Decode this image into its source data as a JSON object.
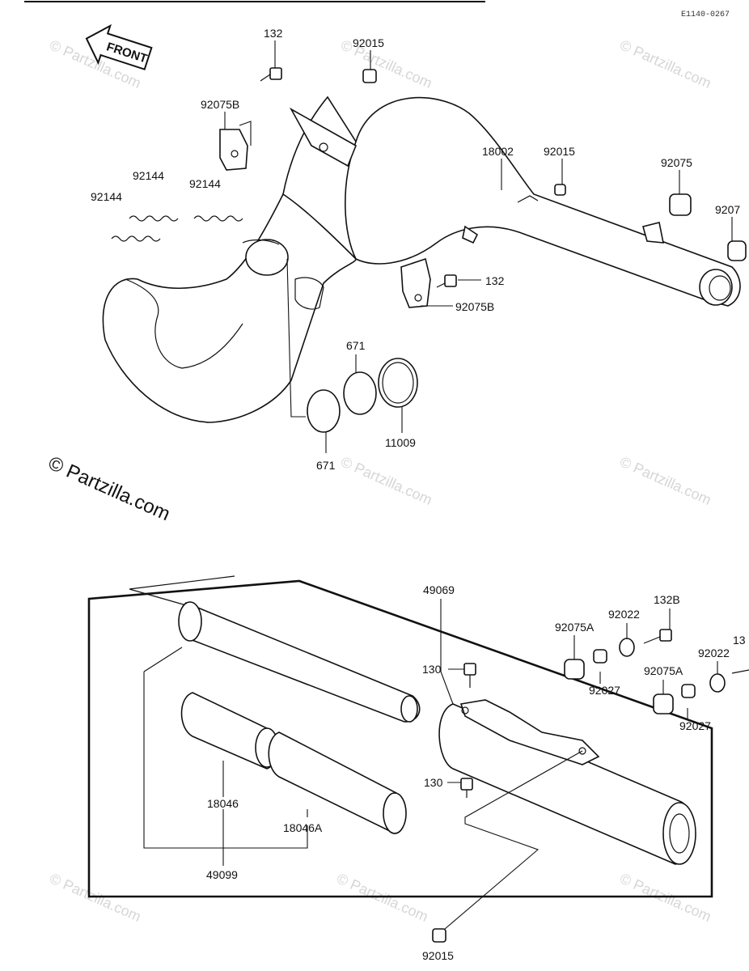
{
  "diagram_code": "E1140-0267",
  "copyright": "© Partzilla.com",
  "watermark": "© Partzilla.com",
  "front_label": "FRONT",
  "labels": {
    "p132_a": "132",
    "p92015_a": "92015",
    "p92075b_a": "92075B",
    "p18002": "18002",
    "p92015_b": "92015",
    "p92075": "92075",
    "p9207": "9207",
    "p92144_a": "92144",
    "p92144_b": "92144",
    "p92144_c": "92144",
    "p132_b": "132",
    "p92075b_b": "92075B",
    "p671_a": "671",
    "p671_b": "671",
    "p11009": "11009",
    "p49069": "49069",
    "p92022_a": "92022",
    "p132b": "132B",
    "p92075a_a": "92075A",
    "p13": "13",
    "p92022_b": "92022",
    "p130_a": "130",
    "p92027_a": "92027",
    "p92075a_b": "92075A",
    "p92027_b": "92027",
    "p130_b": "130",
    "p18046": "18046",
    "p18046a": "18046A",
    "p49099": "49099",
    "p92015_c": "92015"
  }
}
